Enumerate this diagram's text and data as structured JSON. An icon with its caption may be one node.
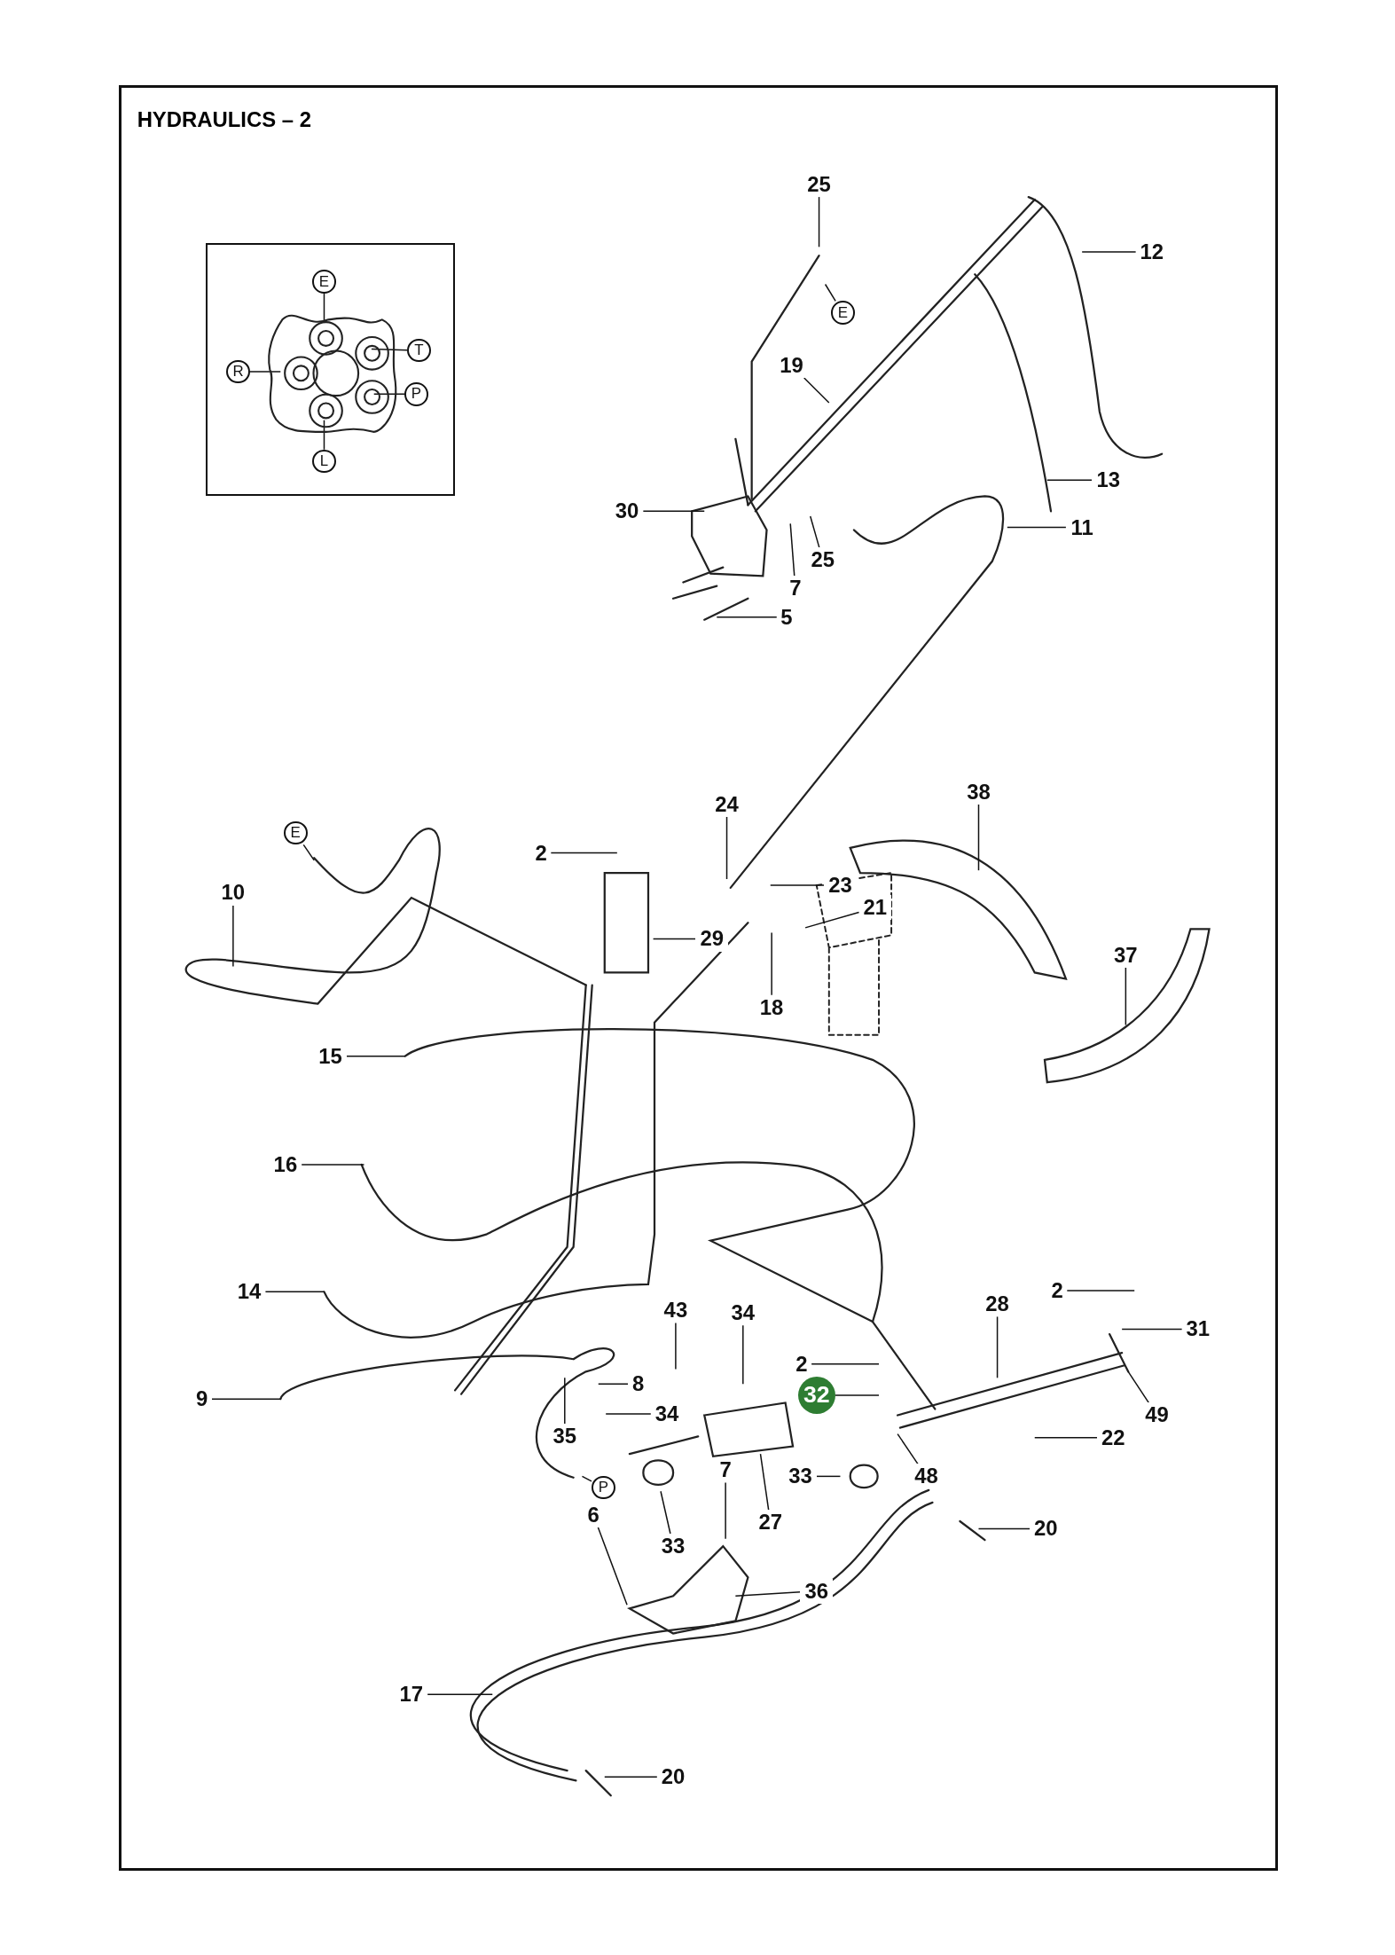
{
  "diagram": {
    "title": "HYDRAULICS – 2",
    "nodes": [
      {
        "text": [
          "25"
        ]
      },
      {
        "text": [
          "E"
        ]
      },
      {
        "text": [
          "12"
        ]
      },
      {
        "text": [
          "19"
        ]
      },
      {
        "text": [
          "13"
        ]
      },
      {
        "text": [
          "30"
        ]
      },
      {
        "text": [
          "25"
        ]
      },
      {
        "text": [
          "7"
        ]
      },
      {
        "text": [
          "11"
        ]
      },
      {
        "text": [
          "5"
        ]
      },
      {
        "text": [
          "24"
        ]
      },
      {
        "text": [
          "38"
        ]
      },
      {
        "text": [
          "2"
        ]
      },
      {
        "text": [
          "23"
        ]
      },
      {
        "text": [
          "21"
        ]
      },
      {
        "text": [
          "10"
        ]
      },
      {
        "text": [
          "E"
        ]
      },
      {
        "text": [
          "29"
        ]
      },
      {
        "text": [
          "18"
        ]
      },
      {
        "text": [
          "37"
        ]
      },
      {
        "text": [
          "15"
        ]
      },
      {
        "text": [
          "16"
        ]
      },
      {
        "text": [
          "14"
        ]
      },
      {
        "text": [
          "43"
        ]
      },
      {
        "text": [
          "34"
        ]
      },
      {
        "text": [
          "2"
        ]
      },
      {
        "text": [
          "28"
        ]
      },
      {
        "text": [
          "2"
        ]
      },
      {
        "text": [
          "31"
        ]
      },
      {
        "text": [
          "32"
        ]
      },
      {
        "text": [
          "9"
        ]
      },
      {
        "text": [
          "8"
        ]
      },
      {
        "text": [
          "35"
        ]
      },
      {
        "text": [
          "34"
        ]
      },
      {
        "text": [
          "49"
        ]
      },
      {
        "text": [
          "22"
        ]
      },
      {
        "text": [
          "48"
        ]
      },
      {
        "text": [
          "33"
        ]
      },
      {
        "text": [
          "P"
        ]
      },
      {
        "text": [
          "7"
        ]
      },
      {
        "text": [
          "33"
        ]
      },
      {
        "text": [
          "27"
        ]
      },
      {
        "text": [
          "6"
        ]
      },
      {
        "text": [
          "20"
        ]
      },
      {
        "text": [
          "36"
        ]
      },
      {
        "text": [
          "17"
        ]
      },
      {
        "text": [
          "20"
        ]
      },
      {
        "text": [],
        "shape": "picture"
      },
      {
        "text": [
          "E"
        ],
        "in": 47
      },
      {
        "text": [
          "T"
        ],
        "in": 47
      },
      {
        "text": [
          "R"
        ],
        "in": 47
      },
      {
        "text": [
          "P"
        ],
        "in": 47
      },
      {
        "text": [
          "L"
        ],
        "in": 47
      }
    ],
    "edges": [
      {
        "from": 0,
        "to": null,
        "arrow": "none"
      },
      {
        "from": 1,
        "to": null,
        "arrow": "none"
      },
      {
        "from": 2,
        "to": null,
        "arrow": "none"
      },
      {
        "from": 3,
        "to": null,
        "arrow": "none"
      },
      {
        "from": 4,
        "to": null,
        "arrow": "none"
      },
      {
        "from": 5,
        "to": null,
        "arrow": "none"
      },
      {
        "from": 6,
        "to": null,
        "arrow": "none"
      },
      {
        "from": 7,
        "to": null,
        "arrow": "none"
      },
      {
        "from": 8,
        "to": null,
        "arrow": "none"
      },
      {
        "from": 9,
        "to": null,
        "arrow": "none"
      },
      {
        "from": 10,
        "to": null,
        "arrow": "none"
      },
      {
        "from": 11,
        "to": null,
        "arrow": "none"
      },
      {
        "from": 12,
        "to": null,
        "arrow": "none"
      },
      {
        "from": 13,
        "to": null,
        "arrow": "none"
      },
      {
        "from": 14,
        "to": null,
        "arrow": "none"
      },
      {
        "from": 15,
        "to": null,
        "arrow": "none"
      },
      {
        "from": 16,
        "to": null,
        "arrow": "none"
      },
      {
        "from": 17,
        "to": null,
        "arrow": "none"
      },
      {
        "from": 18,
        "to": null,
        "arrow": "none"
      },
      {
        "from": 19,
        "to": null,
        "arrow": "none"
      },
      {
        "from": 20,
        "to": null,
        "arrow": "none"
      },
      {
        "from": 21,
        "to": null,
        "arrow": "none"
      },
      {
        "from": 22,
        "to": null,
        "arrow": "none"
      },
      {
        "from": 23,
        "to": null,
        "arrow": "none"
      },
      {
        "from": 24,
        "to": null,
        "arrow": "none"
      },
      {
        "from": 25,
        "to": null,
        "arrow": "none"
      },
      {
        "from": 26,
        "to": null,
        "arrow": "none"
      },
      {
        "from": 27,
        "to": null,
        "arrow": "none"
      },
      {
        "from": 28,
        "to": null,
        "arrow": "none"
      },
      {
        "from": 29,
        "to": null,
        "arrow": "none"
      },
      {
        "from": 30,
        "to": null,
        "arrow": "none"
      },
      {
        "from": 31,
        "to": null,
        "arrow": "none"
      },
      {
        "from": 32,
        "to": null,
        "arrow": "none"
      },
      {
        "from": 33,
        "to": null,
        "arrow": "none"
      },
      {
        "from": 34,
        "to": null,
        "arrow": "none"
      },
      {
        "from": 35,
        "to": null,
        "arrow": "none"
      },
      {
        "from": 36,
        "to": null,
        "arrow": "none"
      },
      {
        "from": 37,
        "to": null,
        "arrow": "none"
      },
      {
        "from": 38,
        "to": null,
        "arrow": "none"
      },
      {
        "from": 39,
        "to": null,
        "arrow": "none"
      },
      {
        "from": 40,
        "to": null,
        "arrow": "none"
      },
      {
        "from": 41,
        "to": null,
        "arrow": "none"
      },
      {
        "from": 42,
        "to": null,
        "arrow": "none"
      },
      {
        "from": 43,
        "to": null,
        "arrow": "none"
      },
      {
        "from": 44,
        "to": null,
        "arrow": "none"
      },
      {
        "from": 45,
        "to": null,
        "arrow": "none"
      },
      {
        "from": 46,
        "to": null,
        "arrow": "none"
      },
      {
        "from": 48,
        "to": null,
        "arrow": "none"
      },
      {
        "from": 49,
        "to": null,
        "arrow": "none"
      },
      {
        "from": 50,
        "to": null,
        "arrow": "none"
      },
      {
        "from": 51,
        "to": null,
        "arrow": "none"
      },
      {
        "from": 52,
        "to": null,
        "arrow": "none"
      }
    ]
  }
}
